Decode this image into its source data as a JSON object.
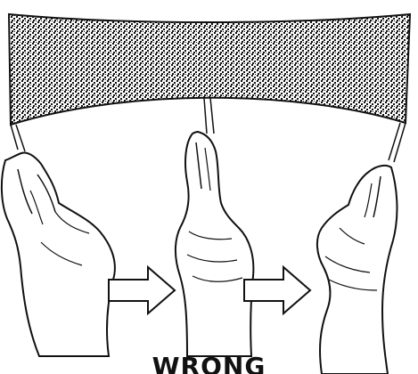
{
  "caption": "WRONG",
  "colors": {
    "ink": "#111111",
    "paper": "#ffffff",
    "sheet_shade": "#9a9a9a"
  },
  "figure": {
    "hands": [
      {
        "name": "left-hand",
        "icon": "hand-pinch-icon"
      },
      {
        "name": "middle-hand",
        "icon": "hand-pinch-icon"
      },
      {
        "name": "right-hand",
        "icon": "hand-pinch-icon"
      }
    ],
    "arrows": [
      {
        "name": "arrow-1",
        "icon": "arrow-right-outline-icon"
      },
      {
        "name": "arrow-2",
        "icon": "arrow-right-outline-icon"
      }
    ]
  }
}
